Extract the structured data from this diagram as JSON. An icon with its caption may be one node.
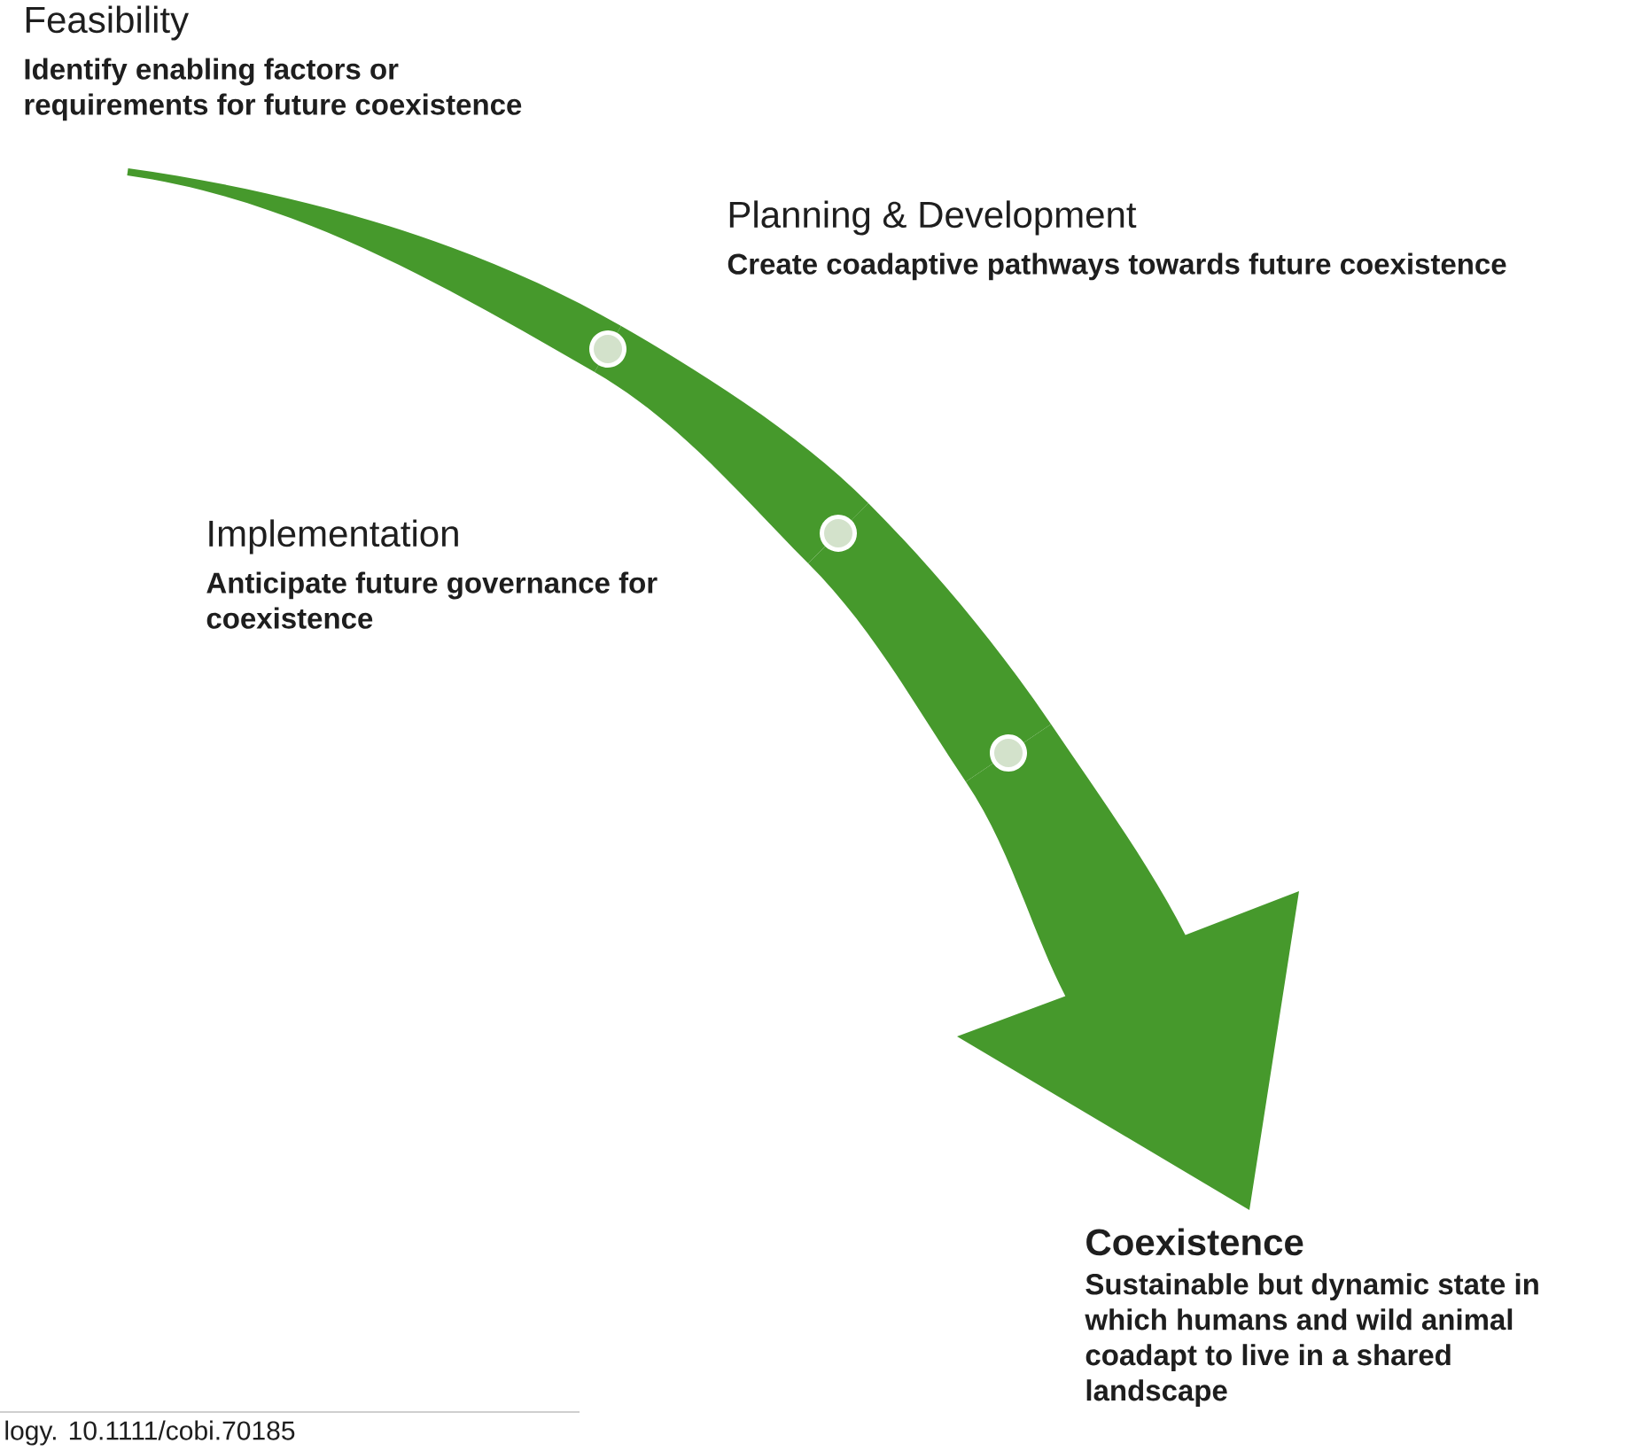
{
  "diagram": {
    "nodes": [
      {
        "text": [
          "Feasibility",
          "Identify enabling factors or requirements for future coexistence"
        ]
      },
      {
        "text": [
          "Planning & Development",
          "Create coadaptive pathways towards future coexistence"
        ]
      },
      {
        "text": [
          "Implementation",
          "Anticipate future governance for coexistence"
        ]
      },
      {
        "text": [
          "Coexistence",
          "Sustainable but dynamic state in which humans and wild animal coadapt to live in a shared landscape"
        ]
      },
      {
        "text": [],
        "shape": "circle"
      },
      {
        "text": [],
        "shape": "circle"
      },
      {
        "text": [],
        "shape": "circle"
      }
    ],
    "edges": [
      {
        "from": 0,
        "to": 4,
        "arrow": "none"
      },
      {
        "from": 4,
        "to": 5,
        "arrow": "none"
      },
      {
        "from": 5,
        "to": 6,
        "arrow": "none"
      },
      {
        "from": 6,
        "to": 3,
        "arrow": "to"
      }
    ],
    "labels": [
      "logy. 10.1111/cobi.70185"
    ]
  }
}
